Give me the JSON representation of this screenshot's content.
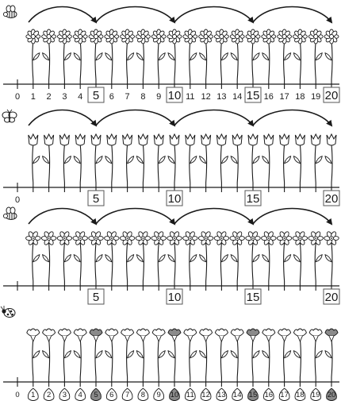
{
  "colors": {
    "ink": "#1a1a1a",
    "flower_fill": "#ffffff",
    "highlight_fill": "#8a8a8a",
    "box_stroke": "#555555"
  },
  "rows": [
    {
      "id": "row-1",
      "icon": "bee-icon",
      "flower_type": "daisy",
      "arrow_jumps": [
        [
          0,
          5
        ],
        [
          5,
          10
        ],
        [
          10,
          15
        ],
        [
          15,
          20
        ]
      ],
      "number_line": {
        "labels": [
          "0",
          "1",
          "2",
          "3",
          "4",
          "5",
          "6",
          "7",
          "8",
          "9",
          "10",
          "11",
          "12",
          "13",
          "14",
          "15",
          "16",
          "17",
          "18",
          "19",
          "20"
        ],
        "boxed": [
          "5",
          "10",
          "15",
          "20"
        ]
      }
    },
    {
      "id": "row-2",
      "icon": "butterfly-icon",
      "flower_type": "tulip",
      "arrow_jumps": [
        [
          0,
          5
        ],
        [
          5,
          10
        ],
        [
          10,
          15
        ],
        [
          15,
          20
        ]
      ],
      "number_line": {
        "labels": [
          "0",
          "",
          "",
          "",
          "",
          "5",
          "",
          "",
          "",
          "",
          "10",
          "",
          "",
          "",
          "",
          "15",
          "",
          "",
          "",
          "",
          "20"
        ],
        "boxed": [
          "5",
          "10",
          "15",
          "20"
        ]
      }
    },
    {
      "id": "row-3",
      "icon": "bee-icon",
      "flower_type": "blossom",
      "arrow_jumps": [
        [
          0,
          5
        ],
        [
          5,
          10
        ],
        [
          10,
          15
        ],
        [
          15,
          20
        ]
      ],
      "number_line": {
        "labels": [
          "",
          "",
          "",
          "",
          "",
          "5",
          "",
          "",
          "",
          "",
          "10",
          "",
          "",
          "",
          "",
          "15",
          "",
          "",
          "",
          "",
          "20"
        ],
        "boxed": [
          "5",
          "10",
          "15",
          "20"
        ]
      }
    },
    {
      "id": "row-4",
      "icon": "ladybug-icon",
      "flower_type": "carnation",
      "highlighted_flowers": [
        5,
        10,
        15,
        20
      ],
      "arrow_jumps": [],
      "number_line": {
        "labels": [
          "0",
          "1",
          "2",
          "3",
          "4",
          "5",
          "6",
          "7",
          "8",
          "9",
          "10",
          "11",
          "12",
          "13",
          "14",
          "15",
          "16",
          "17",
          "18",
          "19",
          "20"
        ],
        "petal_labels": true
      }
    }
  ]
}
